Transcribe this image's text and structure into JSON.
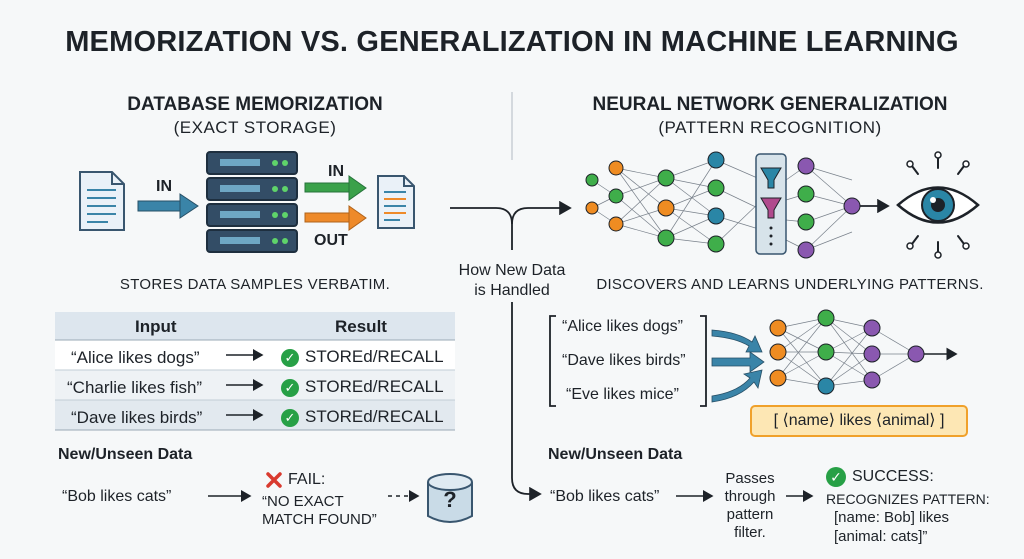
{
  "title": "MEMORIZATION VS. GENERALIZATION IN MACHINE LEARNING",
  "left": {
    "heading": "DATABASE MEMORIZATION",
    "subheading": "(EXACT STORAGE)",
    "in_label": "IN",
    "in2_label": "IN",
    "out_label": "OUT",
    "caption": "STORES DATA SAMPLES VERBATIM.",
    "table": {
      "headers": [
        "Input",
        "Result"
      ],
      "rows": [
        {
          "input": "“Alice likes dogs”",
          "result": "STOREd/RECALL"
        },
        {
          "input": "“Charlie likes fish”",
          "result": "STOREd/RECALL"
        },
        {
          "input": "“Dave likes birds”",
          "result": "STOREd/RECALL"
        }
      ]
    },
    "unseen_label": "New/Unseen Data",
    "unseen_input": "“Bob likes cats”",
    "fail_label": "FAIL:",
    "fail_msg_1": "“NO EXACT",
    "fail_msg_2": "MATCH FOUND”",
    "unknown_symbol": "?"
  },
  "center": {
    "label_1": "How New Data",
    "label_2": "is Handled"
  },
  "right": {
    "heading": "NEURAL NETWORK GENERALIZATION",
    "subheading": "(PATTERN RECOGNITION)",
    "caption": "DISCOVERS AND LEARNS UNDERLYING PATTERNS.",
    "examples": [
      "“Alice likes dogs”",
      "“Dave likes birds”",
      "“Eve likes mice”"
    ],
    "pattern": "[ ⟨name⟩ likes ⟨animal⟩ ]",
    "unseen_label": "New/Unseen Data",
    "unseen_input": "“Bob likes cats”",
    "passes_1": "Passes",
    "passes_2": "through",
    "passes_3": "pattern",
    "passes_4": "filter.",
    "success_label": "SUCCESS:",
    "success_1": "RECOGNIZES PATTERN:",
    "success_2": "[name: Bob] likes",
    "success_3": "[animal: cats]”"
  },
  "colors": {
    "arrow_blue": "#3a84a8",
    "arrow_green": "#3aa14a",
    "arrow_orange": "#ee8a2a",
    "node_green": "#3fae4a",
    "node_orange": "#ef8c22",
    "node_teal": "#2a86a6",
    "node_purple": "#8a58b0",
    "check_green": "#27a046",
    "fail_red": "#d93a2f"
  }
}
